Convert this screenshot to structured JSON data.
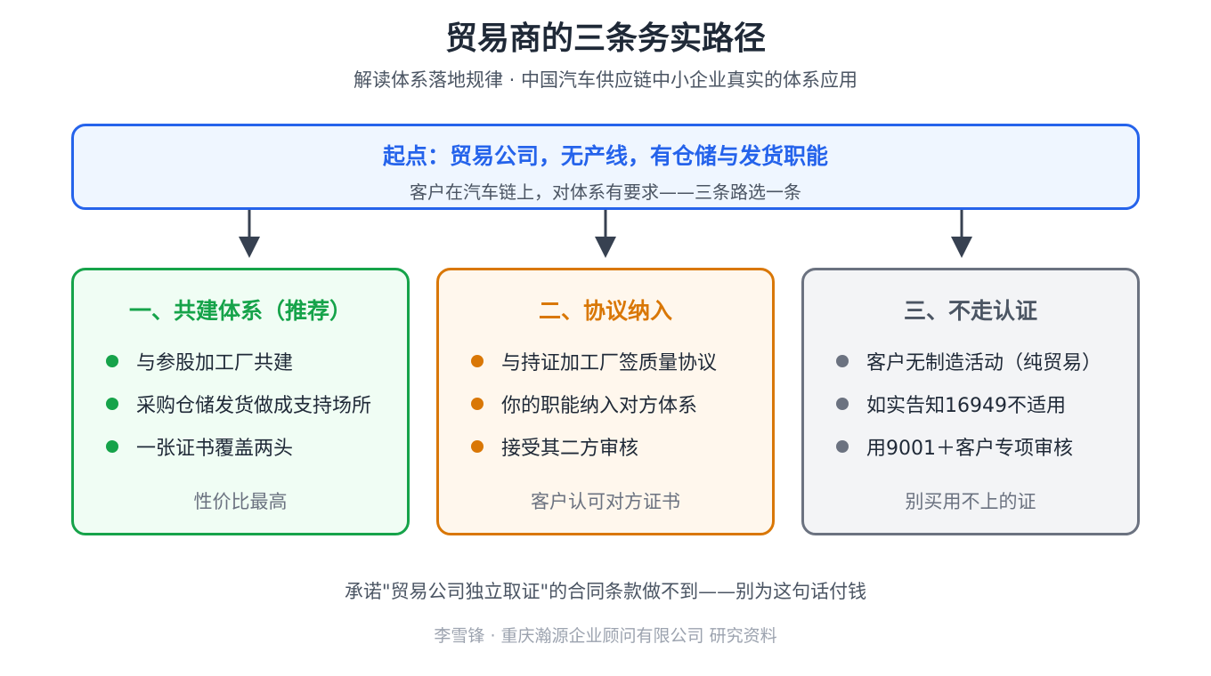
{
  "title": "贸易商的三条务实路径",
  "subtitle": "解读体系落地规律 · 中国汽车供应链中小企业真实的体系应用",
  "start": {
    "title": "起点：贸易公司，无产线，有仓储与发货职能",
    "subtitle": "客户在汽车链上，对体系有要求——三条路选一条"
  },
  "paths": [
    {
      "title": "一、共建体系（推荐）",
      "items": [
        "与参股加工厂共建",
        "采购仓储发货做成支持场所",
        "一张证书覆盖两头"
      ],
      "note": "性价比最高",
      "color": "#16a34a"
    },
    {
      "title": "二、协议纳入",
      "items": [
        "与持证加工厂签质量协议",
        "你的职能纳入对方体系",
        "接受其二方审核"
      ],
      "note": "客户认可对方证书",
      "color": "#d97706"
    },
    {
      "title": "三、不走认证",
      "items": [
        "客户无制造活动（纯贸易）",
        "如实告知16949不适用",
        "用9001＋客户专项审核"
      ],
      "note": "别买用不上的证",
      "color": "#6b7280"
    }
  ],
  "footer": {
    "note": "承诺\"贸易公司独立取证\"的合同条款做不到——别为这句话付钱",
    "credit": "李雪锋 · 重庆瀚源企业顾问有限公司 研究资料"
  },
  "colors": {
    "start_border": "#2563eb",
    "arrow": "#374151"
  }
}
